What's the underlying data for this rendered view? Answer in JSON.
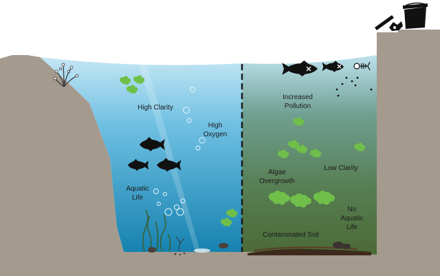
{
  "labels": {
    "high_clarity": "High Clarity",
    "high_oxygen": "High\nOxygen",
    "aquatic_life": "Aquatic\nLife",
    "increased_pollution": "Increased\nPollution",
    "algae_overgrowth": "Algae\nOvergrowth",
    "low_clarity": "Low Clarity",
    "no_aquatic_life": "No\nAquatic\nLife",
    "contaminated_soil": "Contaminated Soil"
  },
  "colors": {
    "ground": "#a49a8e",
    "clean_water_top": "#bfe3f2",
    "clean_water_bottom": "#1a86b3",
    "polluted_water_top": "#b9dfe9",
    "polluted_water_bottom": "#4f6f3c",
    "algae": "#6fbf4a",
    "silhouette": "#111111",
    "divider": "#1a1a1a"
  },
  "icons": {
    "fish": "fish-silhouette-icon",
    "dead_fish": "dead-fish-icon",
    "algae": "algae-clump-icon",
    "bubble": "bubble-icon",
    "trash_can": "trash-can-icon",
    "plant": "shore-plant-icon"
  }
}
